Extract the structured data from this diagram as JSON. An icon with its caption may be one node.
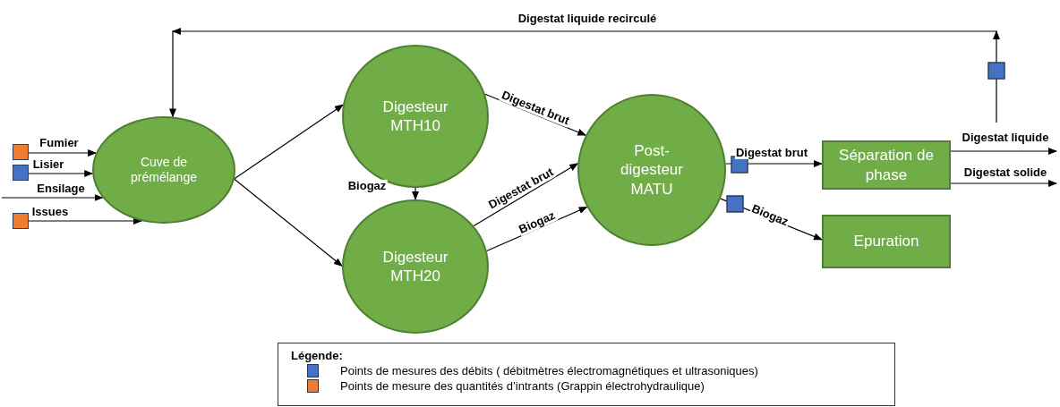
{
  "diagram": {
    "nodes": [
      {
        "text": [
          "Cuve de prémélange"
        ]
      },
      {
        "text": [
          "Digesteur MTH10"
        ]
      },
      {
        "text": [
          "Digesteur MTH20"
        ]
      },
      {
        "text": [
          "Post-digesteur MATU"
        ]
      },
      {
        "text": [
          "Séparation de phase"
        ]
      },
      {
        "text": [
          "Epuration"
        ]
      },
      {
        "text": [],
        "shape": "box"
      },
      {
        "text": [],
        "shape": "box"
      },
      {
        "text": [],
        "shape": "box"
      }
    ],
    "edges": [
      {
        "from": 6,
        "to": 0,
        "arrow": "to",
        "label": "Fumier"
      },
      {
        "from": 7,
        "to": 0,
        "arrow": "to",
        "label": "Lisier"
      },
      {
        "from": null,
        "to": 0,
        "arrow": "to",
        "label": "Ensilage"
      },
      {
        "from": 8,
        "to": 0,
        "arrow": "to",
        "label": "Issues"
      },
      {
        "from": 0,
        "to": 1,
        "arrow": "to"
      },
      {
        "from": 0,
        "to": 2,
        "arrow": "to"
      },
      {
        "from": 1,
        "to": 2,
        "arrow": "to",
        "label": "Biogaz"
      },
      {
        "from": 1,
        "to": 3,
        "arrow": "to",
        "label": "Digestat brut"
      },
      {
        "from": 2,
        "to": 3,
        "arrow": "to",
        "label": "Digestat brut"
      },
      {
        "from": 2,
        "to": 3,
        "arrow": "to",
        "label": "Biogaz"
      },
      {
        "from": 3,
        "to": 4,
        "arrow": "to",
        "label": "Digestat brut"
      },
      {
        "from": 3,
        "to": 5,
        "arrow": "to",
        "label": "Biogaz"
      },
      {
        "from": 4,
        "to": null,
        "arrow": "to",
        "label": "Digestat liquide"
      },
      {
        "from": 4,
        "to": null,
        "arrow": "to",
        "label": "Digestat solide"
      },
      {
        "from": null,
        "to": 0,
        "arrow": "to",
        "label": "Digestat liquide recirculé"
      }
    ],
    "labels": [
      "Légende:"
    ],
    "legend": [
      {
        "text": "Points de mesures des débits ( débitmètres électromagnétiques et ultrasoniques)",
        "color": "#4472c4"
      },
      {
        "text": "Points de mesure des quantités d’intrants (Grappin électrohydraulique)",
        "color": "#ed7d31"
      }
    ]
  }
}
